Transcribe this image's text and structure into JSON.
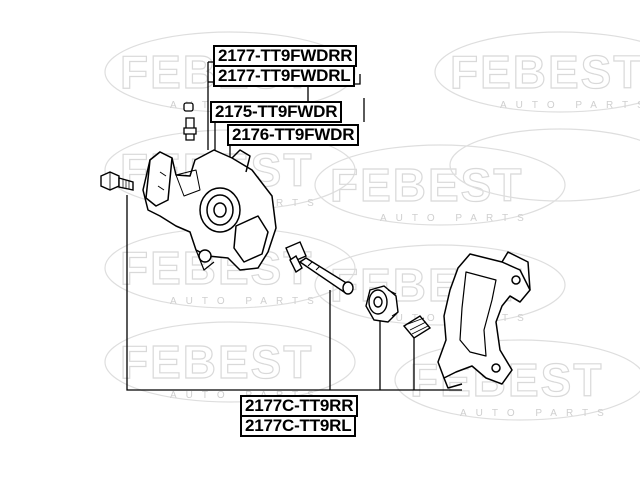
{
  "watermark": {
    "brand": "FEBEST",
    "tagline": "AUTO PARTS"
  },
  "labels": {
    "caliper_rr": "2177-TT9FWDRR",
    "caliper_rl": "2177-TT9FWDRL",
    "repair_kit": "2175-TT9FWDR",
    "piston": "2176-TT9FWDR",
    "support_rr": "2177C-TT9RR",
    "support_rl": "2177C-TT9RL"
  },
  "colors": {
    "line": "#000000",
    "watermark": "#d9d9d9",
    "background": "#ffffff"
  }
}
